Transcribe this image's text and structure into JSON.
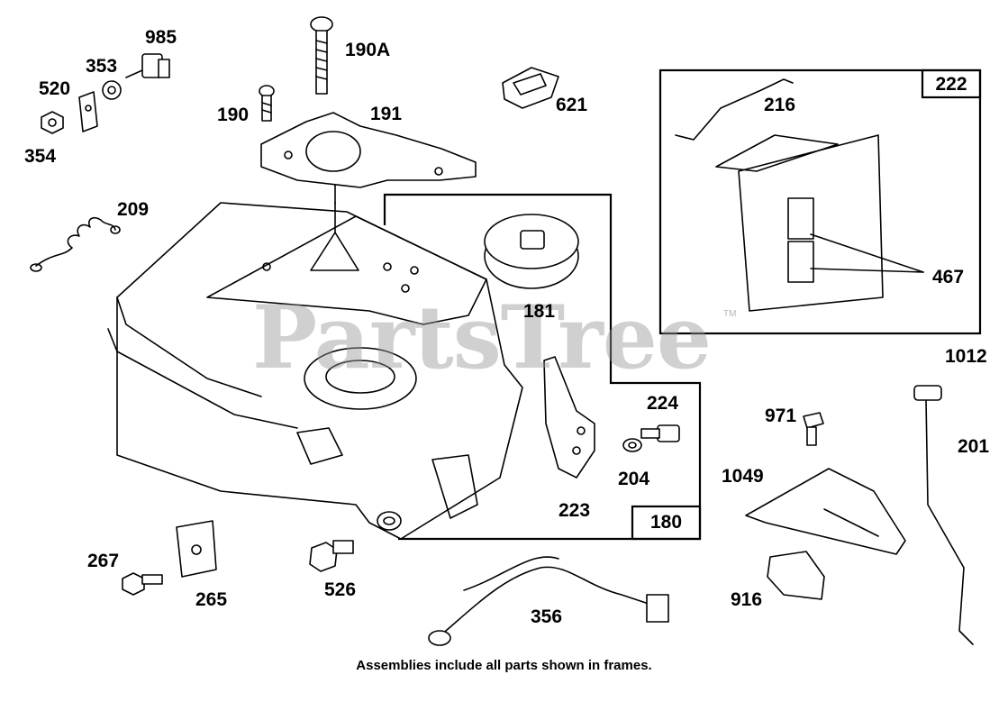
{
  "watermark": "PartsTree",
  "trademark": "TM",
  "footnote": "Assemblies include all parts shown in frames.",
  "frames": [
    {
      "id": "frame-222",
      "number": "222"
    },
    {
      "id": "frame-180",
      "number": "180"
    }
  ],
  "callouts": [
    "985",
    "353",
    "520",
    "354",
    "190A",
    "190",
    "191",
    "621",
    "209",
    "216",
    "467",
    "181",
    "224",
    "204",
    "223",
    "1012",
    "971",
    "201",
    "1049",
    "916",
    "267",
    "265",
    "526",
    "356"
  ]
}
